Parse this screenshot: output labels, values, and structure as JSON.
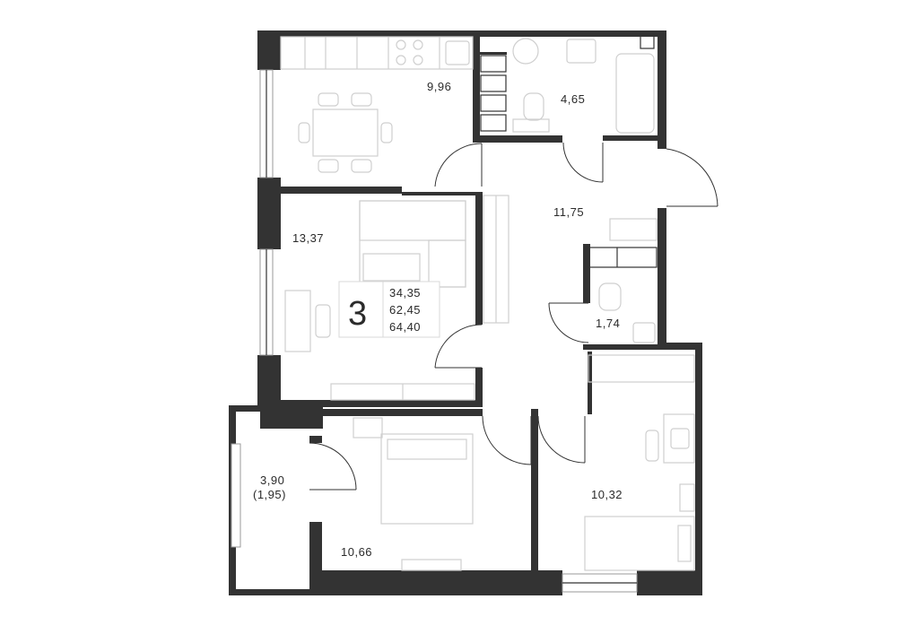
{
  "plan": {
    "rooms": {
      "kitchen": "9,96",
      "bathroom": "4,65",
      "hallway": "11,75",
      "living": "13,37",
      "wc": "1,74",
      "balcony": "3,90",
      "balcony_reduced": "(1,95)",
      "bedroom_left": "10,66",
      "bedroom_right": "10,32"
    },
    "summary": {
      "rooms_count": "3",
      "living_area": "34,35",
      "total_area": "62,45",
      "total_with_balcony": "64,40"
    },
    "colors": {
      "wall": "#333333",
      "furniture": "#cfcfcf"
    }
  }
}
